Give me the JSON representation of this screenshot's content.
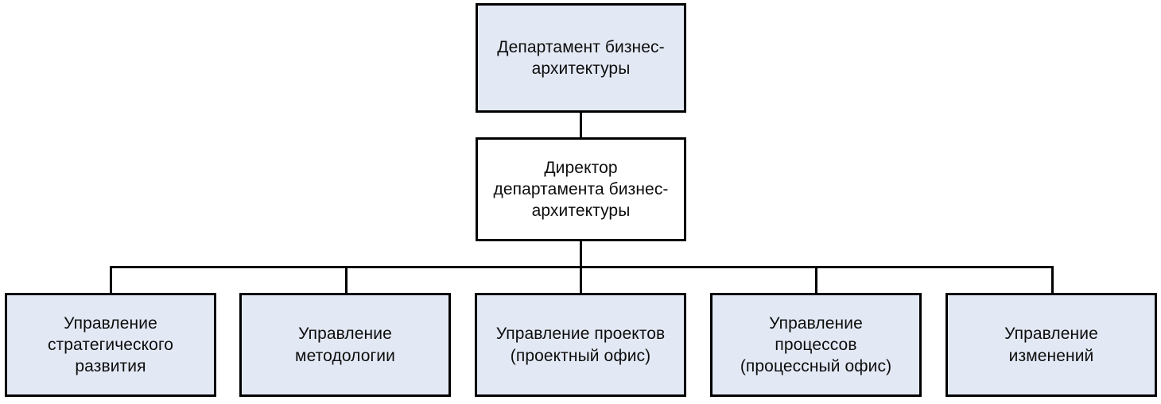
{
  "diagram": {
    "title_text": "",
    "type": "org-chart",
    "orientation": "top-down",
    "colors": {
      "node_fill_blue": "#e3e9f4",
      "node_fill_white": "#ffffff",
      "node_border": "#000000",
      "connector": "#000000",
      "text": "#0d0d0d",
      "background": "#ffffff"
    },
    "levels": [
      {
        "level": 1,
        "nodes": [
          {
            "id": "department",
            "label": "Департамент бизнес-\nархитектуры",
            "fill": "blue"
          }
        ]
      },
      {
        "level": 2,
        "nodes": [
          {
            "id": "director",
            "label": "Директор\nдепартамента бизнес-\nархитектуры",
            "fill": "white"
          }
        ]
      },
      {
        "level": 3,
        "nodes": [
          {
            "id": "strategic-development",
            "label": "Управление\nстратегического\nразвития",
            "fill": "blue"
          },
          {
            "id": "methodology",
            "label": "Управление\nметодологии",
            "fill": "blue"
          },
          {
            "id": "projects",
            "label": "Управление проектов\n(проектный офис)",
            "fill": "blue"
          },
          {
            "id": "processes",
            "label": "Управление\nпроцессов\n(процессный офис)",
            "fill": "blue"
          },
          {
            "id": "changes",
            "label": "Управление\nизменений",
            "fill": "blue"
          }
        ]
      }
    ]
  }
}
